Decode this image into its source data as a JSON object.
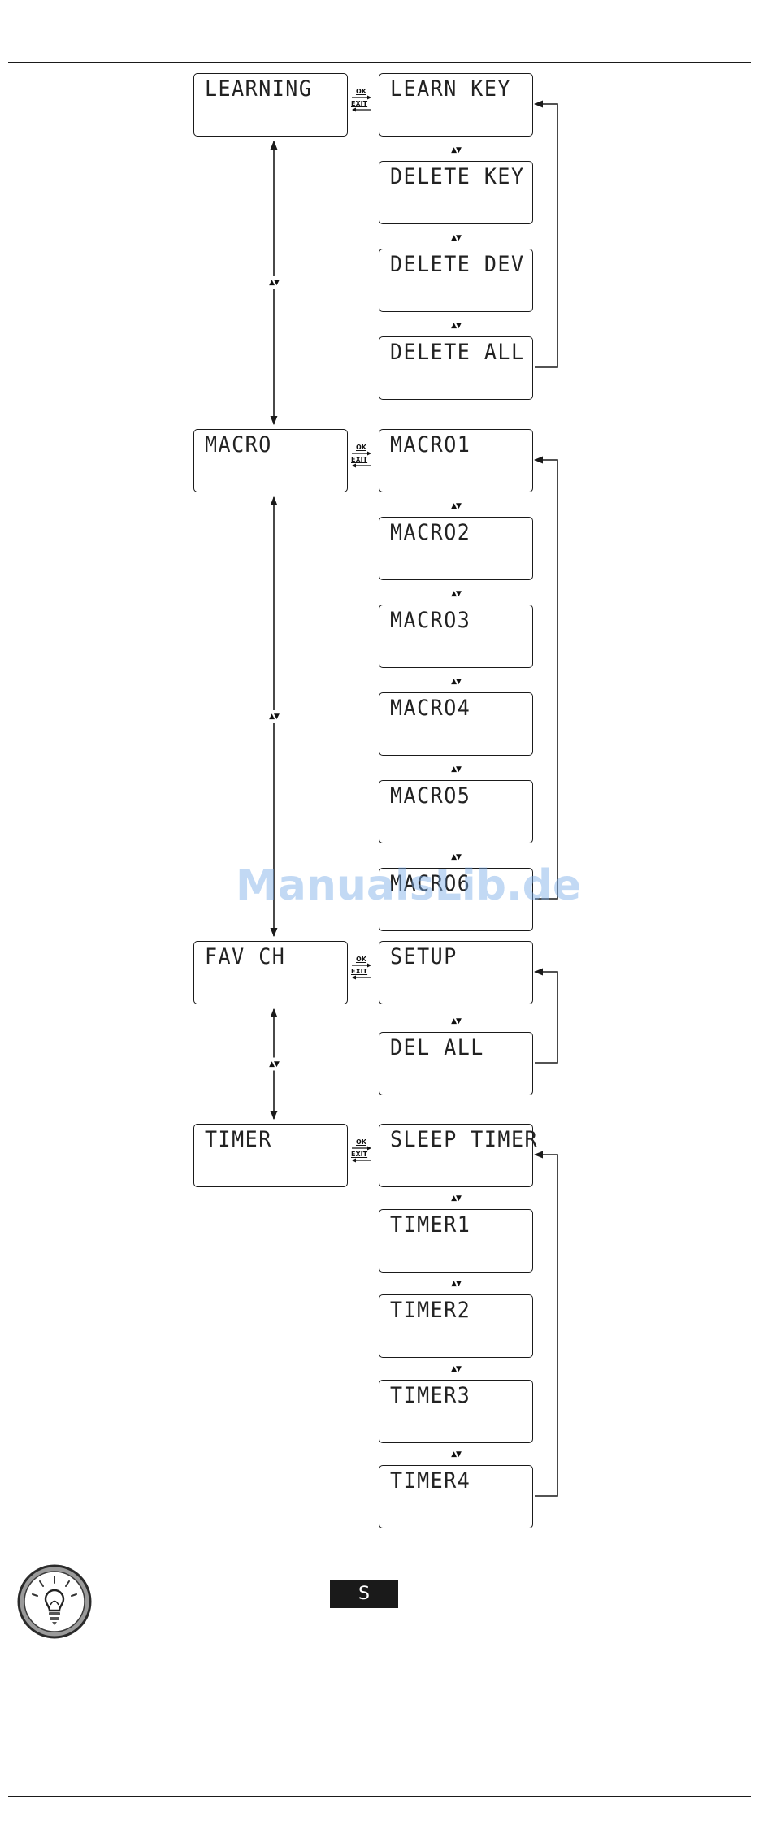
{
  "menu": [
    {
      "title": "LEARNING",
      "items": [
        "LEARN KEY",
        "DELETE KEY",
        "DELETE DEV",
        "DELETE ALL"
      ]
    },
    {
      "title": "MACRO",
      "items": [
        "MACRO1",
        "MACRO2",
        "MACRO3",
        "MACRO4",
        "MACRO5",
        "MACRO6"
      ]
    },
    {
      "title": "FAV CH",
      "items": [
        "SETUP",
        "DEL ALL"
      ]
    },
    {
      "title": "TIMER",
      "items": [
        "SLEEP TIMER",
        "TIMER1",
        "TIMER2",
        "TIMER3",
        "TIMER4"
      ]
    }
  ],
  "symbols": {
    "updown": "▲▼",
    "ok_label": "OK",
    "exit_label": "EXIT"
  },
  "note": {
    "icon": "lightbulb-icon",
    "key_label": "S"
  },
  "watermark": "ManualsLib.de",
  "colors": {
    "line": "#1a1a1a",
    "watermark": "#78aae6"
  }
}
